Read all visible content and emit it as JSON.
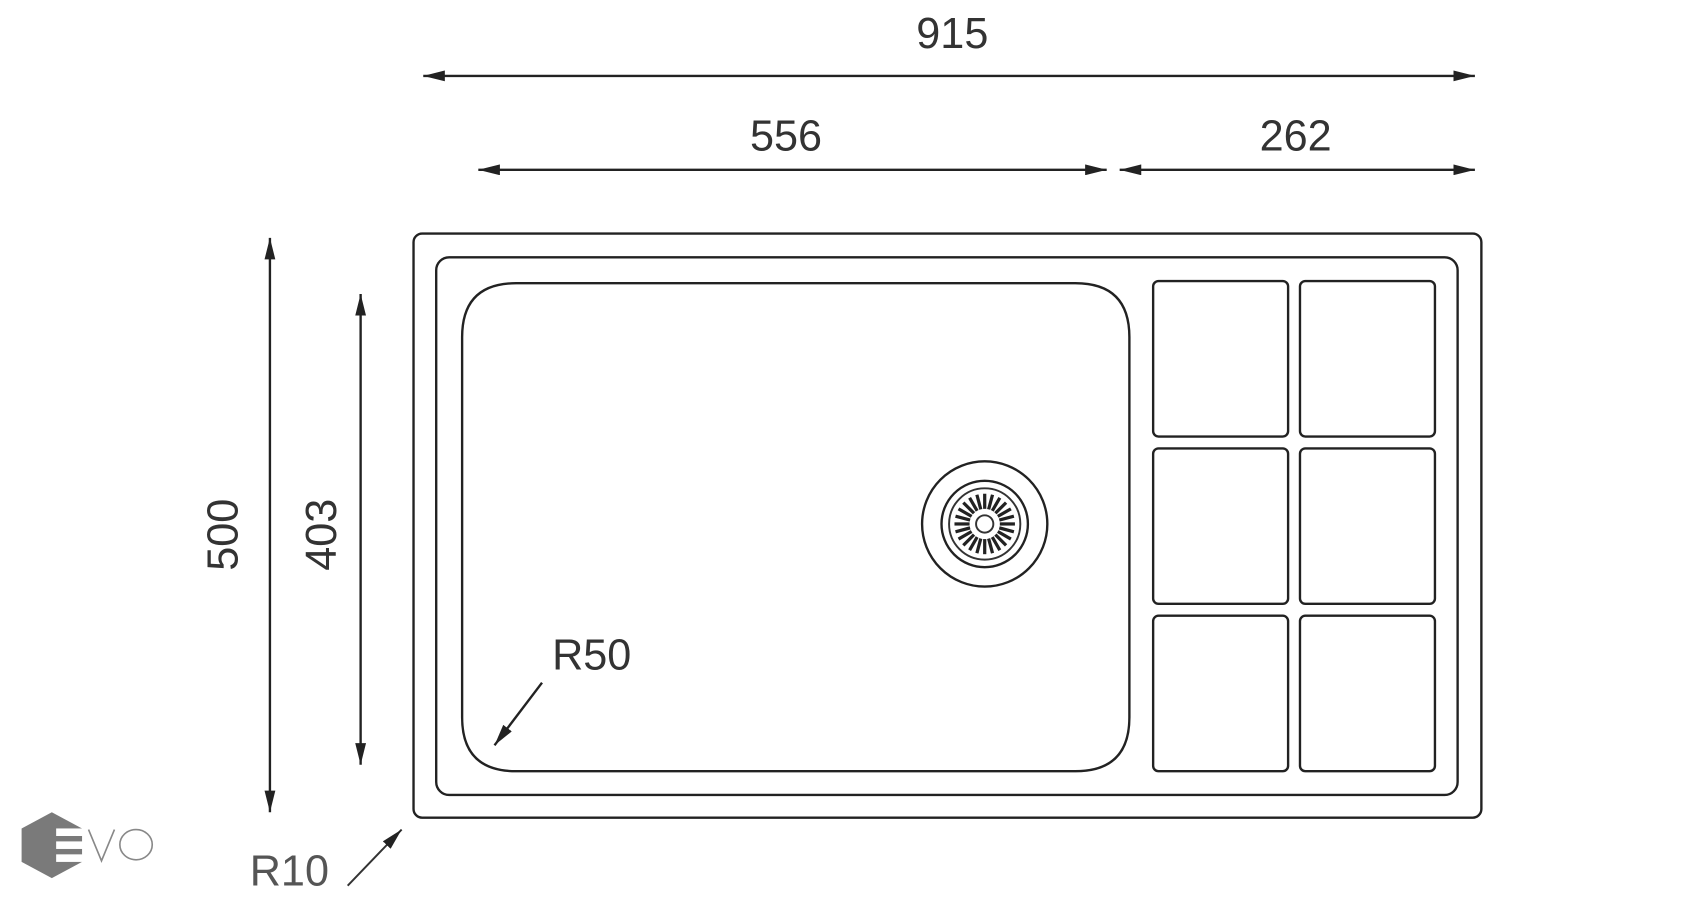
{
  "drawing": {
    "overall_width": "915",
    "bowl_width": "556",
    "drainer_width": "262",
    "overall_depth": "500",
    "bowl_depth": "403",
    "bowl_radius": "R50",
    "corner_radius": "R10"
  },
  "logo": {
    "text": "EVO",
    "color": "#7a7a7a"
  },
  "colors": {
    "line": "#222222",
    "text": "#333333",
    "background": "#ffffff"
  }
}
